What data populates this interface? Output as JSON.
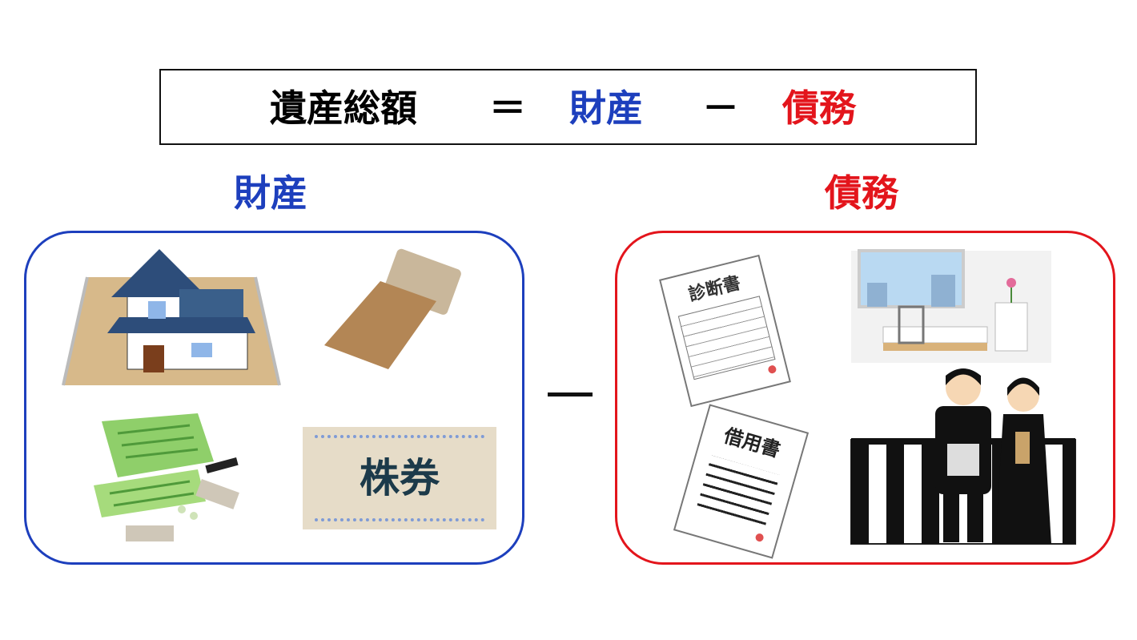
{
  "formula": {
    "lhs": "遺産総額",
    "equals": "＝",
    "assets": "財産",
    "minus": "－",
    "debts": "債務"
  },
  "assets_panel": {
    "title": "財産",
    "items": [
      "house-with-land",
      "envelope-of-cash",
      "bankbook-and-coins",
      "stock-certificate"
    ],
    "stock_text": "株券"
  },
  "debts_panel": {
    "title": "債務",
    "items": [
      "medical-certificate",
      "hospital-room",
      "loan-document",
      "funeral"
    ],
    "medical_text": "診断書",
    "loan_text": "借用書"
  },
  "colors": {
    "assets": "#1d3fbd",
    "debts": "#e3151c"
  }
}
